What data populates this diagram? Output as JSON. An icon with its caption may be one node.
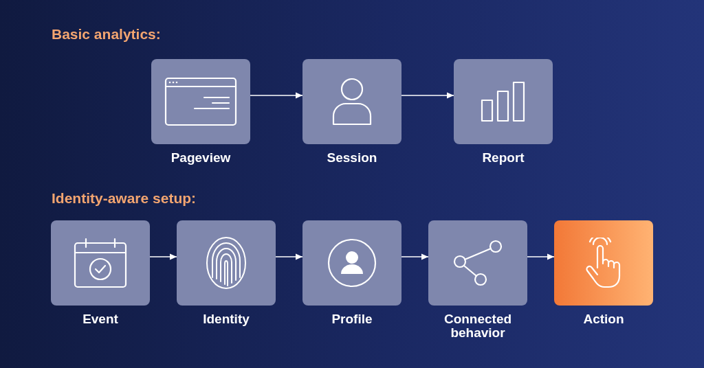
{
  "diagram": {
    "nodes": [
      {
        "text": [
          "Pageview"
        ]
      },
      {
        "text": [
          "Session"
        ]
      },
      {
        "text": [
          "Report"
        ]
      },
      {
        "text": [
          "Event"
        ]
      },
      {
        "text": [
          "Identity"
        ]
      },
      {
        "text": [
          "Profile"
        ]
      },
      {
        "text": [
          "Connected behavior"
        ]
      },
      {
        "text": [
          "Action"
        ]
      }
    ],
    "edges": [
      {
        "from": 0,
        "to": 1,
        "arrow": "to"
      },
      {
        "from": 1,
        "to": 2,
        "arrow": "to"
      },
      {
        "from": 3,
        "to": 4,
        "arrow": "to"
      },
      {
        "from": 4,
        "to": 5,
        "arrow": "to"
      },
      {
        "from": 5,
        "to": 6,
        "arrow": "to"
      },
      {
        "from": 6,
        "to": 7,
        "arrow": "to"
      }
    ],
    "labels": [
      "Basic analytics:",
      "Identity-aware setup:"
    ]
  }
}
